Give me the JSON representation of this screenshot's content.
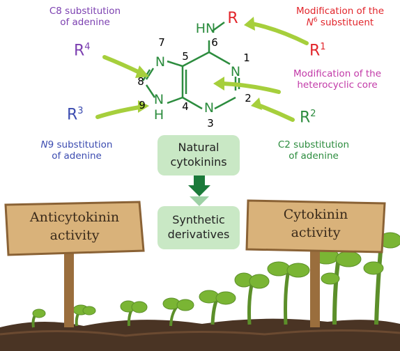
{
  "substituents": {
    "r_n6": "R",
    "hn": "HN",
    "r4": "R",
    "r4_sup": "4",
    "r1": "R",
    "r1_sup": "1",
    "r3": "R",
    "r3_sup": "3",
    "r2": "R",
    "r2_sup": "2"
  },
  "atoms": {
    "n7": "N",
    "n1": "N",
    "n9": "N",
    "h9": "H",
    "n3": "N"
  },
  "positions": {
    "p7": "7",
    "p5": "5",
    "p6": "6",
    "p1": "1",
    "p8": "8",
    "p2": "2",
    "p9": "9",
    "p4": "4",
    "p3": "3"
  },
  "labels": {
    "c8_line1": "C8 substitution",
    "c8_line2": "of adenine",
    "mod_n6_line1": "Modification of the",
    "mod_n6_italic": "N",
    "mod_n6_sup": "6",
    "mod_n6_rest": " substituent",
    "core_line1": "Modification of the",
    "core_line2": "heterocyclic core",
    "n9_line1_italic": "N",
    "n9_line1_rest": "9 substitution",
    "n9_line2": "of adenine",
    "c2_line1": "C2 substitution",
    "c2_line2": "of adenine"
  },
  "boxes": {
    "natural_line1": "Natural",
    "natural_line2": "cytokinins",
    "synthetic_line1": "Synthetic",
    "synthetic_line2": "derivatives"
  },
  "signs": {
    "left_line1": "Anticytokinin",
    "left_line2": "activity",
    "right_line1": "Cytokinin",
    "right_line2": "activity"
  },
  "colors": {
    "purple": "#7b3fb0",
    "red": "#e2252b",
    "magenta": "#c23aa8",
    "green": "#2c8c3e",
    "blue": "#3b4bb0",
    "arrow_lime": "#a6cf3c",
    "box_fill": "#c9e8c5",
    "wood": "#c9a06a",
    "soil": "#4a3424"
  }
}
